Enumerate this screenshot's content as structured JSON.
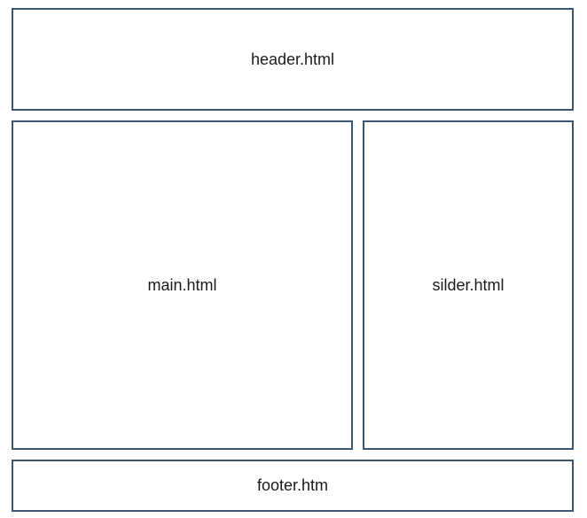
{
  "colors": {
    "box_border": "#3b5670",
    "text": "#1a1a1a",
    "background": "#ffffff"
  },
  "boxes": {
    "header": {
      "label": "header.html"
    },
    "main": {
      "label": "main.html"
    },
    "silder": {
      "label": "silder.html"
    },
    "footer": {
      "label": "footer.htm"
    }
  }
}
